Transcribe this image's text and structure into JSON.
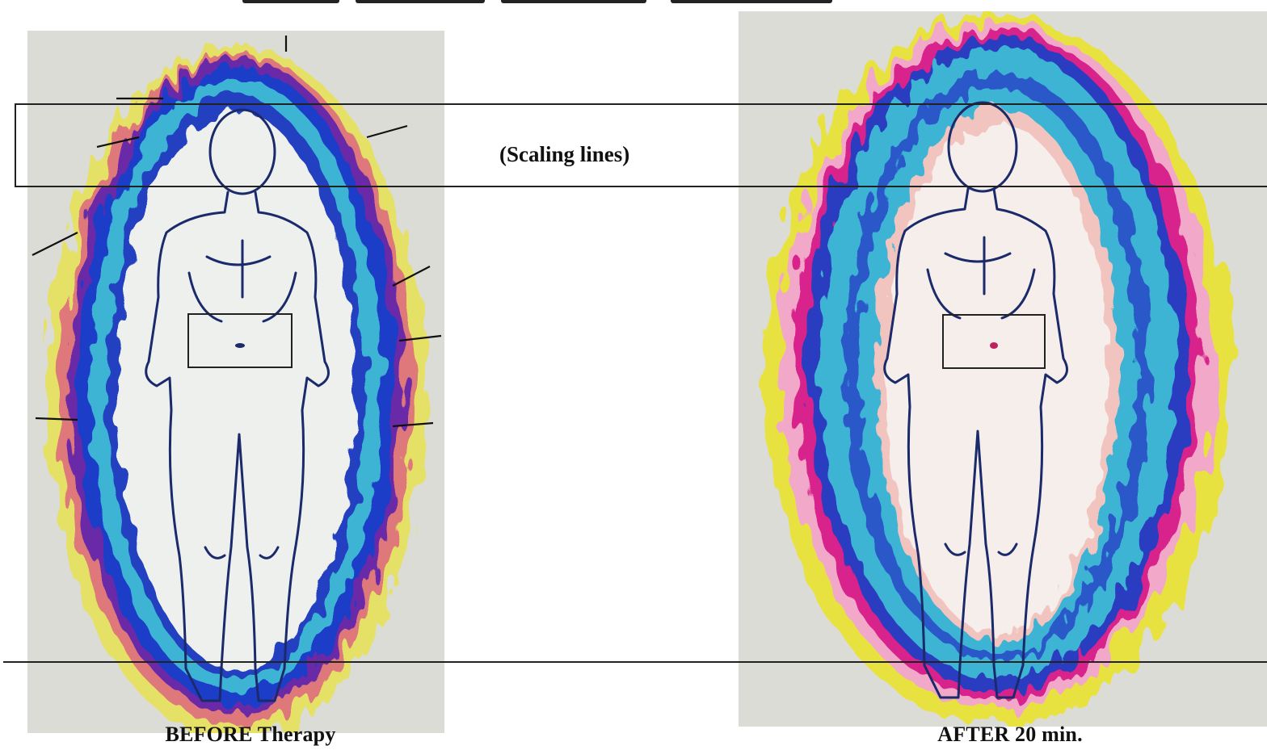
{
  "scaling_label": "(Scaling lines)",
  "captions": {
    "before": "BEFORE Therapy",
    "after": "AFTER 20 min."
  },
  "aura_colors": {
    "background": "#dcdcd6",
    "yellow": "#e8e240",
    "magenta": "#d8208c",
    "purple": "#6a2aa8",
    "blue": "#1c3cc8",
    "cyan": "#3cb4d4",
    "pale": "#eef0ee",
    "outline": "#1a2a6a"
  }
}
